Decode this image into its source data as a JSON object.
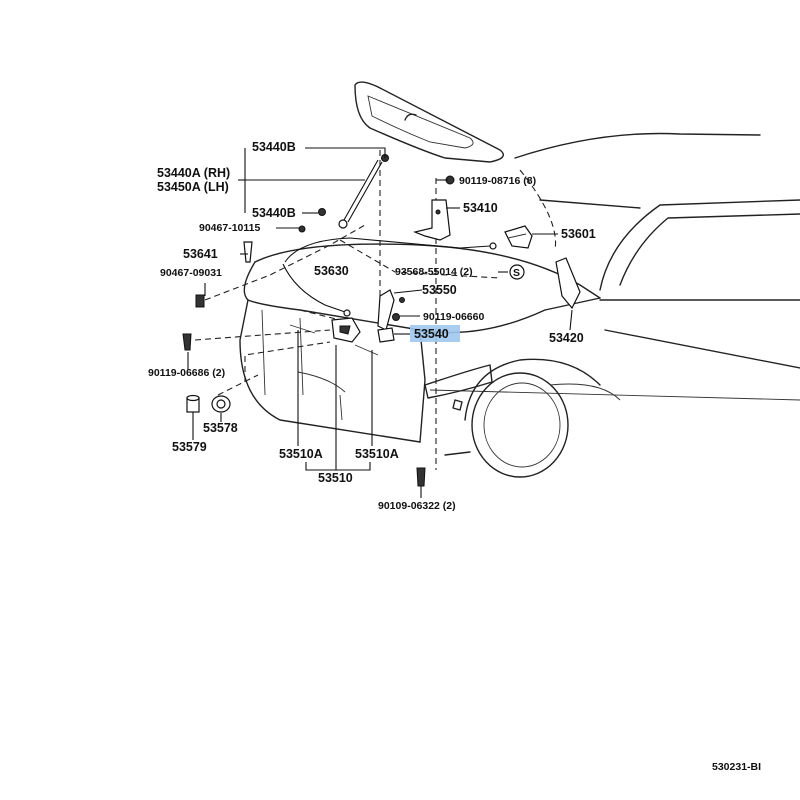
{
  "labels": {
    "p53440B_top": "53440B",
    "p53440A": "53440A (RH)",
    "p53450A": "53450A (LH)",
    "p53440B_bottom": "53440B",
    "p90119_08716": "90119-08716 (8)",
    "p53410": "53410",
    "p90467_10115": "90467-10115",
    "p53601": "53601",
    "p53641": "53641",
    "p53630": "53630",
    "p93568_55014": "93568-55014 (2)",
    "s_marker": "S",
    "p90467_09031": "90467-09031",
    "p53550": "53550",
    "p90119_06660": "90119-06660",
    "p53540": "53540",
    "p53420": "53420",
    "p90119_06686": "90119-06686 (2)",
    "p53578": "53578",
    "p53579": "53579",
    "p53510A_left": "53510A",
    "p53510A_right": "53510A",
    "p53510": "53510",
    "p90109_06322": "90109-06322 (2)",
    "diagram_code": "530231-BI"
  },
  "highlight": {
    "part": "53540",
    "color": "#9ec8f0"
  }
}
